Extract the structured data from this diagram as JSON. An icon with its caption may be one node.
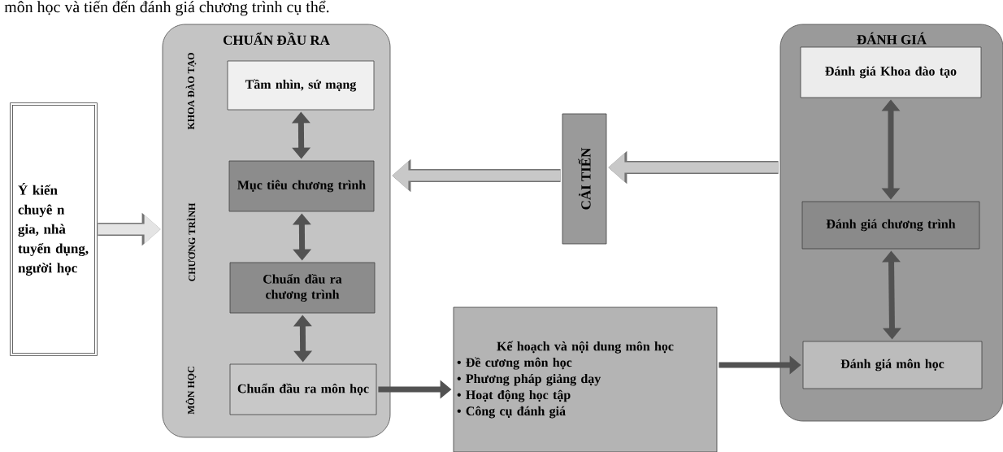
{
  "diagram": {
    "nodes": [
      {
        "text": [
          "Ý kiến chuyê n gia, nhà tuyển dụng, người học"
        ]
      },
      {
        "text": [
          "CHUẨN ĐẦU RA",
          "KHOA ĐÀO TẠO",
          "CHƯƠNG TRÌNH",
          "MÔN HỌC"
        ]
      },
      {
        "text": [
          "Tầm nhìn, sứ mạng"
        ],
        "in": 1
      },
      {
        "text": [
          "Mục tiêu chương trình"
        ],
        "in": 1
      },
      {
        "text": [
          "Chuẩn đầu ra chương trình"
        ],
        "in": 1
      },
      {
        "text": [
          "Chuẩn đầu ra môn học"
        ],
        "in": 1
      },
      {
        "text": [
          "CẢI TIẾN"
        ]
      },
      {
        "text": [
          "Kế hoạch và nội dung môn học",
          "• Đề cương môn học",
          "• Phương pháp giảng dạy",
          "• Hoạt động học tập",
          "• Công cụ đánh giá"
        ]
      },
      {
        "text": [
          "ĐÁNH GIÁ"
        ]
      },
      {
        "text": [
          "Đánh giá Khoa đào tạo"
        ],
        "in": 8
      },
      {
        "text": [
          "Đánh giá chương trình"
        ],
        "in": 8
      },
      {
        "text": [
          "Đánh giá môn học"
        ],
        "in": 8
      }
    ],
    "edges": [
      {
        "from": 0,
        "to": 1,
        "arrow": "to",
        "style": "thick",
        "color": "#e4e4e4"
      },
      {
        "from": 2,
        "to": 3,
        "arrow": "both"
      },
      {
        "from": 3,
        "to": 4,
        "arrow": "both"
      },
      {
        "from": 4,
        "to": 5,
        "arrow": "both"
      },
      {
        "from": 8,
        "to": 6,
        "arrow": "to",
        "style": "thick",
        "color": "#c8c8c8"
      },
      {
        "from": 6,
        "to": 1,
        "arrow": "to",
        "style": "thick",
        "color": "#c8c8c8"
      },
      {
        "from": 5,
        "to": 7,
        "arrow": "to"
      },
      {
        "from": 7,
        "to": 11,
        "arrow": "to"
      },
      {
        "from": 9,
        "to": 10,
        "arrow": "both"
      },
      {
        "from": 10,
        "to": 11,
        "arrow": "both"
      }
    ],
    "labels": [
      "môn học và tiến đến đánh giá chương trình cụ thể."
    ]
  }
}
